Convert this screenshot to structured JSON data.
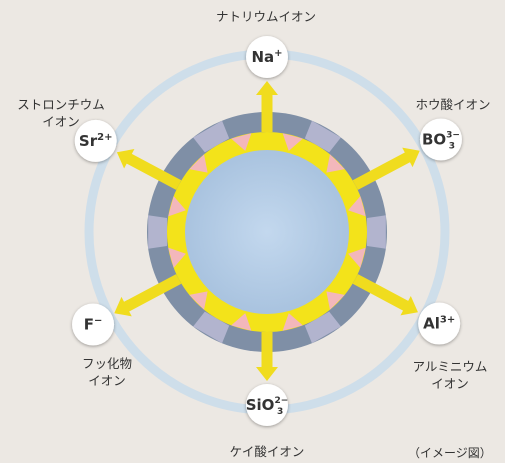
{
  "ions": [
    {
      "formula": "Na",
      "charge": "+",
      "name": [
        "ナトリウムイオン"
      ]
    },
    {
      "formula": "BO",
      "sub": "3",
      "charge": "3−",
      "name": [
        "ホウ酸イオン"
      ]
    },
    {
      "formula": "Al",
      "charge": "3+",
      "name": [
        "アルミニウム",
        "イオン"
      ]
    },
    {
      "formula": "SiO",
      "sub": "3",
      "charge": "2−",
      "name": [
        "ケイ酸イオン"
      ]
    },
    {
      "formula": "F",
      "charge": "−",
      "name": [
        "フッ化物",
        "イオン"
      ]
    },
    {
      "formula": "Sr",
      "charge": "2+",
      "name": [
        "ストロンチウム",
        "イオン"
      ]
    }
  ],
  "note": "（イメージ図）",
  "colors": {
    "background": "#ece8e3",
    "halo": "#c9dceb",
    "outer_ring": "#7f8fa6",
    "yellow_ring": "#f3e31a",
    "core": "#b9d0e9",
    "arrow": "#f0dc1e",
    "triangle": "#f2b4c4",
    "ion_circle": "#ffffff"
  }
}
